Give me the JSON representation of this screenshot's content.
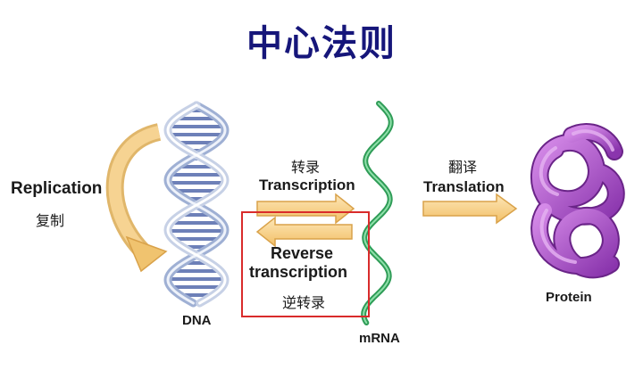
{
  "title": "中心法则",
  "replication": {
    "en": "Replication",
    "zh": "复制"
  },
  "transcription": {
    "en": "Transcription",
    "zh": "转录"
  },
  "reverse": {
    "en_line1": "Reverse",
    "en_line2": "transcription",
    "zh": "逆转录"
  },
  "translation": {
    "en": "Translation",
    "zh": "翻译"
  },
  "labels": {
    "dna": "DNA",
    "mrna": "mRNA",
    "protein": "Protein"
  },
  "colors": {
    "title": "#16167a",
    "arrow_fill": "#f5c97a",
    "arrow_edge": "#d9a24a",
    "dna_strand": "#b7c2db",
    "dna_rung": "#6d80b8",
    "mrna": "#3fb86a",
    "protein": "#a24fc4",
    "highlight_box": "#d92b2b"
  }
}
